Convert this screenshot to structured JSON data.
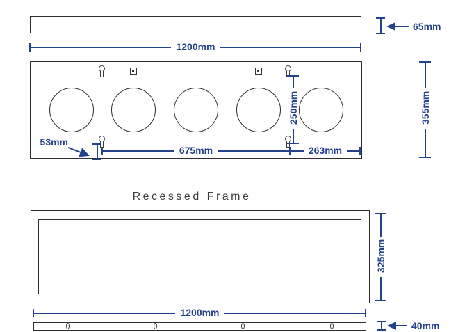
{
  "title": "Recessed Frame",
  "labels": {
    "top_thickness": "65mm",
    "top_width": "1200mm",
    "panel_height": "355mm",
    "hole_pitch_vertical": "250mm",
    "hole_pitch_horizontal": "675mm",
    "hole_edge_offset": "263mm",
    "hole_bottom_offset": "53mm",
    "frame_height": "325mm",
    "frame_width": "1200mm",
    "bar_thickness": "40mm"
  },
  "colors": {
    "dimension_blue": "#24418e",
    "outline_dark": "#2e2e2e",
    "title_gray": "#3d3d3d"
  },
  "icons": {
    "keyhole": "keyhole-icon",
    "mount_clip": "mount-clip-icon",
    "mount_slot": "mount-slot-icon",
    "arrow_left": "arrow-left-icon",
    "arrow_pointer": "arrow-pointer-icon"
  },
  "counts": {
    "burner_holes": 5,
    "keyholes": 4,
    "mount_clips": 2,
    "bar_slots": 4
  }
}
